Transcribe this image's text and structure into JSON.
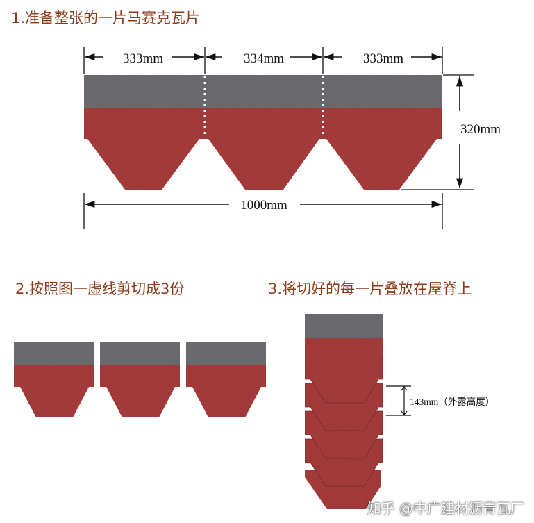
{
  "steps": {
    "step1_title": "1.准备整张的一片马赛克瓦片",
    "step2_title": "2.按照图一虚线剪切成3份",
    "step3_title": "3.将切好的每一片叠放在屋脊上"
  },
  "dimensions": {
    "seg_left": "333mm",
    "seg_mid": "334mm",
    "seg_right": "333mm",
    "height": "320mm",
    "total_width": "1000mm",
    "exposure": "143mm（外露高度）"
  },
  "watermark": "知乎 @中广建材沥青瓦厂",
  "colors": {
    "gray_band": "#6e6e72",
    "red_body": "#a83c3c",
    "title_text": "#8b3a1a",
    "line": "#111111"
  }
}
